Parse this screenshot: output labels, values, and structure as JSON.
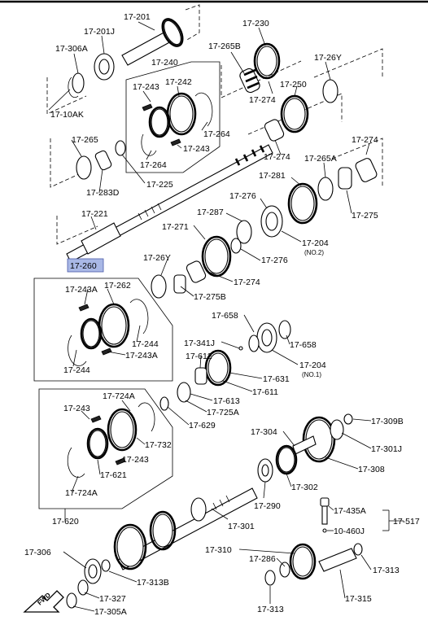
{
  "labels": {
    "p17201": "17-201",
    "p17201J": "17-201J",
    "p17306A": "17-306A",
    "p1710AK": "17-10AK",
    "p17240": "17-240",
    "p17243_top": "17-243",
    "p17242": "17-242",
    "p17264_right": "17-264",
    "p17243_mid": "17-243",
    "p17264_bottom": "17-264",
    "p17265": "17-265",
    "p17225": "17-225",
    "p17283D": "17-283D",
    "p17230": "17-230",
    "p17265B": "17-265B",
    "p17274_top": "17-274",
    "p17250": "17-250",
    "p1726Y_top": "17-26Y",
    "p17274_mid": "17-274",
    "p17265A": "17-265A",
    "p17274_right": "17-274",
    "p17281": "17-281",
    "p17276_top": "17-276",
    "p17275": "17-275",
    "p17221": "17-221",
    "p17287": "17-287",
    "p17271": "17-271",
    "p17204_top": "17-204",
    "p17204_top_note": "(NO.2)",
    "p17276_bottom": "17-276",
    "p1726Y_mid": "17-26Y",
    "p17274_lower": "17-274",
    "p17275B": "17-275B",
    "p17260": "17-260",
    "p17243A_top": "17-243A",
    "p17262": "17-262",
    "p17244_right": "17-244",
    "p17243A_bottom": "17-243A",
    "p17244_bottom": "17-244",
    "p17658_top": "17-658",
    "p17341J": "17-341J",
    "p17612": "17-612",
    "p17658_right": "17-658",
    "p17204_bottom": "17-204",
    "p17204_bottom_note": "(NO.1)",
    "p17631": "17-631",
    "p17611": "17-611",
    "p17613": "17-613",
    "p17725A": "17-725A",
    "p17629": "17-629",
    "p17243_low": "17-243",
    "p17724A_top": "17-724A",
    "p17732": "17-732",
    "p17243_low2": "17-243",
    "p17621": "17-621",
    "p17724A_bottom": "17-724A",
    "p17620": "17-620",
    "p17304": "17-304",
    "p17309B": "17-309B",
    "p17301J": "17-301J",
    "p17308": "17-308",
    "p17302": "17-302",
    "p17290": "17-290",
    "p17301": "17-301",
    "p17435A": "17-435A",
    "p17517": "17-517",
    "p10460J": "10-460J",
    "p17306_bottom": "17-306",
    "p17310": "17-310",
    "p17286": "17-286",
    "p17313_right": "17-313",
    "p17313B": "17-313B",
    "p17327": "17-327",
    "p17305A": "17-305A",
    "p17313_bottom": "17-313",
    "p17315": "17-315",
    "fwd": "FWD"
  },
  "highlight_color": "#a9b8e6"
}
